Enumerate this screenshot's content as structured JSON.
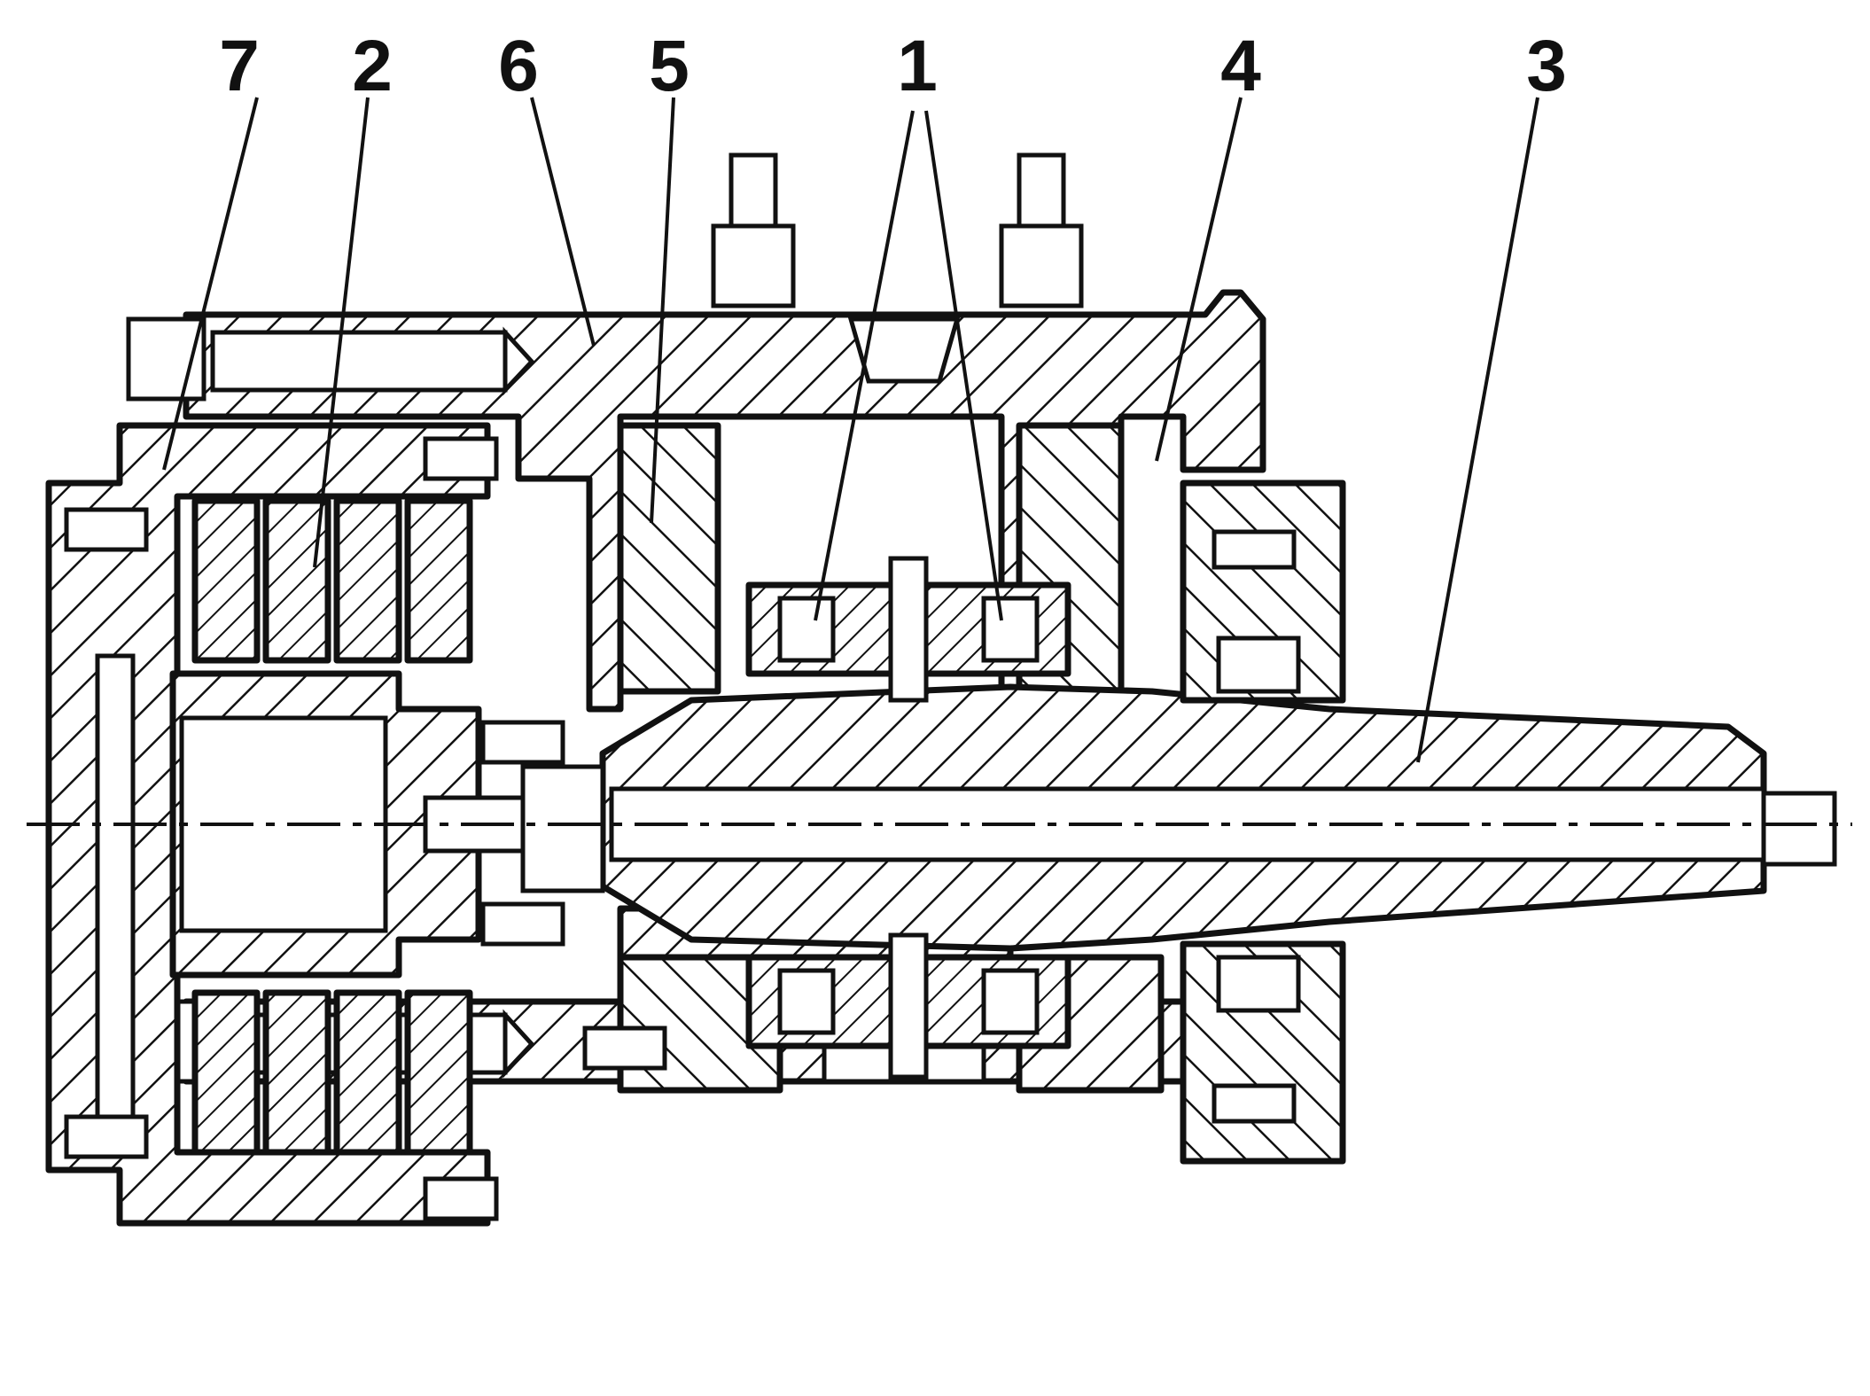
{
  "labels": [
    {
      "id": "7",
      "text": "7"
    },
    {
      "id": "2",
      "text": "2"
    },
    {
      "id": "6",
      "text": "6"
    },
    {
      "id": "5",
      "text": "5"
    },
    {
      "id": "1",
      "text": "1"
    },
    {
      "id": "4",
      "text": "4"
    },
    {
      "id": "3",
      "text": "3"
    }
  ],
  "colors": {
    "ink": "#111111",
    "paper": "#ffffff"
  }
}
